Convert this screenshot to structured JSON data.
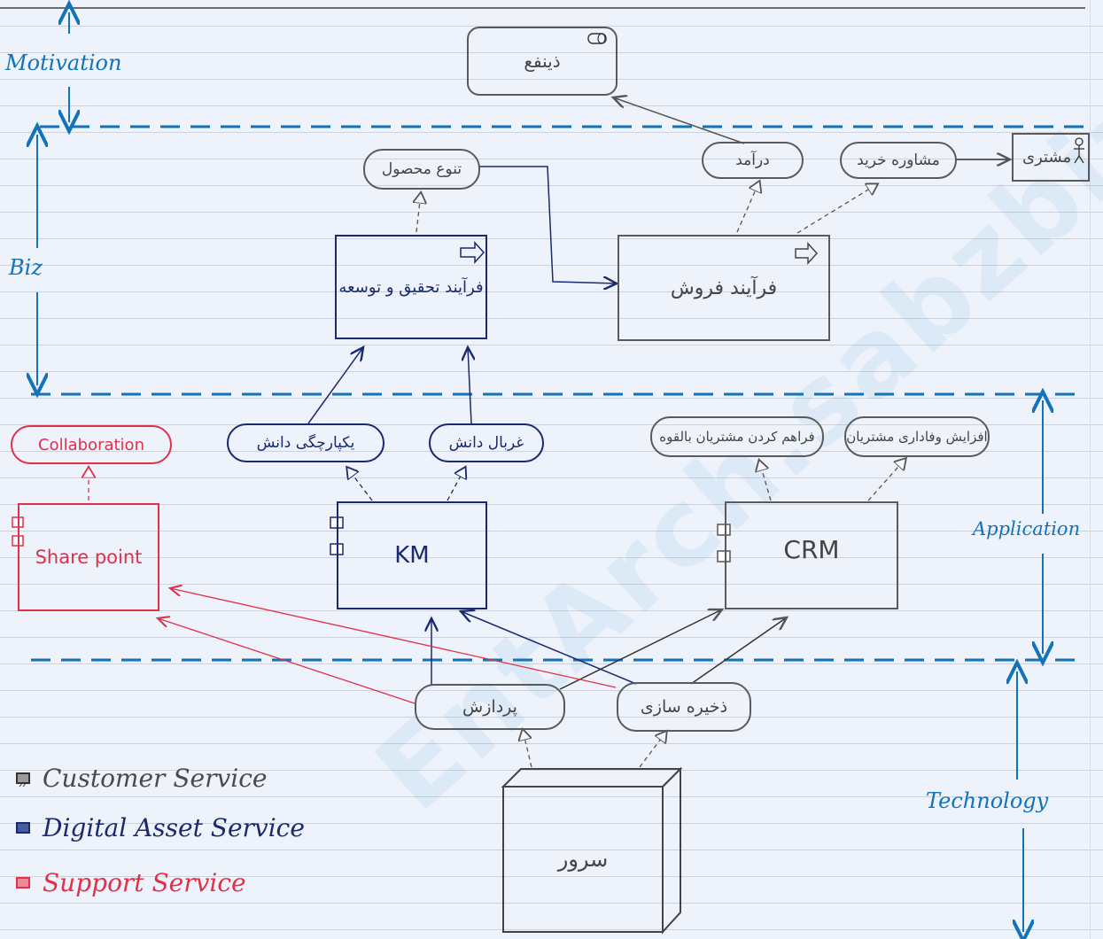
{
  "layers": {
    "motivation": "Motivation",
    "biz": "Biz",
    "application": "Application",
    "technology": "Technology"
  },
  "nodes": {
    "stakeholder": "ذینفع",
    "product_diversity": "تنوع محصول",
    "income": "درآمد",
    "purchase_consulting": "مشاوره خرید",
    "customer": "مشتری",
    "rnd_process": "فرآیند تحقیق و توسعه",
    "sales_process": "فرآیند فروش",
    "collaboration": "Collaboration",
    "knowledge_integration": "یکپارچگی دانش",
    "knowledge_filtering": "غربال دانش",
    "providing_customers": "فراهم کردن مشتریان بالقوه",
    "customer_loyalty": "افزایش وفاداری مشتریان",
    "sharepoint": "Share point",
    "km": "KM",
    "crm": "CRM",
    "processing": "پردازش",
    "storage": "ذخیره سازی",
    "server": "سرور"
  },
  "legend": [
    {
      "label": "Customer Service",
      "color": "#4a4a4a"
    },
    {
      "label": "Digital Asset Service",
      "color": "#1b2a6e"
    },
    {
      "label": "Support Service",
      "color": "#e0304a"
    }
  ],
  "watermark": "EntArch.sabzbiz.ir",
  "colors": {
    "layer_blue": "#1273b8",
    "gray": "#4a4a4a",
    "navy": "#1b2a6e",
    "red": "#e0304a"
  }
}
